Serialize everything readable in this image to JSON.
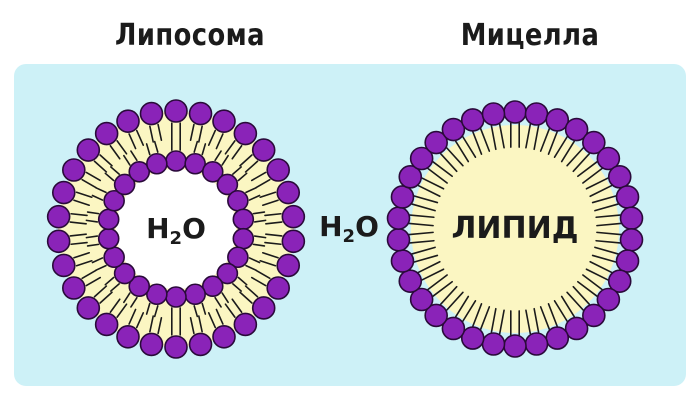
{
  "titles": {
    "left": "Липосома",
    "right": "Мицелла"
  },
  "labels": {
    "liposome_core": {
      "main": "H",
      "sub": "2",
      "tail": "O"
    },
    "between": {
      "main": "H",
      "sub": "2",
      "tail": "O"
    },
    "micelle_core": "ЛИПИД"
  },
  "colors": {
    "background_panel": "#cdf1f7",
    "lipid_region": "#fbf6c2",
    "head_fill": "#8a23b8",
    "head_stroke": "#2a0a3a",
    "tail_stroke": "#1b1b1b",
    "water_core": "#ffffff"
  },
  "structures": {
    "liposome": {
      "outer_heads": 30,
      "inner_heads": 22
    },
    "micelle": {
      "heads": 34
    }
  }
}
